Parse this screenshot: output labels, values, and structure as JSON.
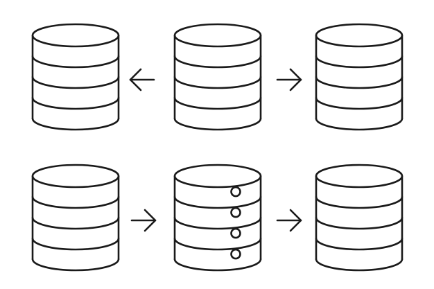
{
  "colors": {
    "background": "#ffffff",
    "stroke": "#1a1a1a"
  },
  "rows": [
    {
      "databases": [
        {
          "icon": "database-icon",
          "sections": 4,
          "indicators": 0
        },
        {
          "icon": "database-icon",
          "sections": 4,
          "indicators": 0
        },
        {
          "icon": "database-icon",
          "sections": 4,
          "indicators": 0
        }
      ],
      "arrows": [
        {
          "icon": "arrow-left-icon",
          "direction": "left"
        },
        {
          "icon": "arrow-right-icon",
          "direction": "right"
        }
      ]
    },
    {
      "databases": [
        {
          "icon": "database-icon",
          "sections": 4,
          "indicators": 0
        },
        {
          "icon": "database-server-icon",
          "sections": 4,
          "indicators": 4
        },
        {
          "icon": "database-icon",
          "sections": 4,
          "indicators": 0
        }
      ],
      "arrows": [
        {
          "icon": "arrow-right-icon",
          "direction": "right"
        },
        {
          "icon": "arrow-right-icon",
          "direction": "right"
        }
      ]
    }
  ]
}
